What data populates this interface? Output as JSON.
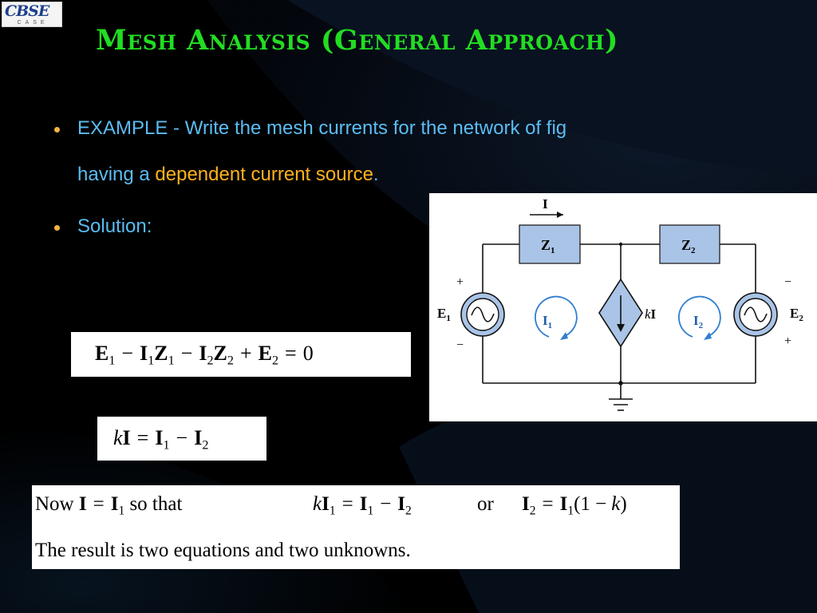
{
  "logo": {
    "mark": "CBSE",
    "sub": "CASE"
  },
  "title": "Mesh Analysis (General Approach)",
  "bullets": {
    "example_prefix": "EXAMPLE - ",
    "example_line1": "Write the mesh currents for the network of fig",
    "example_line2_start": "having a ",
    "example_highlight": "dependent current source",
    "example_end": ".",
    "solution": "Solution:"
  },
  "circuit": {
    "current_label": "I",
    "z1": "Z",
    "z1_sub": "1",
    "z2": "Z",
    "z2_sub": "2",
    "e1": "E",
    "e1_sub": "1",
    "e2": "E",
    "e2_sub": "2",
    "i1": "I",
    "i1_sub": "1",
    "i2": "I",
    "i2_sub": "2",
    "k": "k",
    "ki": "I",
    "plus": "+",
    "minus": "−"
  },
  "equations": {
    "kvl": {
      "e1": "E",
      "e1_sub": "1",
      "op1": "−",
      "i1": "I",
      "i1_sub": "1",
      "z1": "Z",
      "z1_sub": "1",
      "op2": "−",
      "i2": "I",
      "i2_sub": "2",
      "z2": "Z",
      "z2_sub": "2",
      "op3": "+",
      "e2": "E",
      "e2_sub": "2",
      "eq": "=",
      "rhs": "0"
    },
    "constraint": {
      "k": "k",
      "i": "I",
      "eq": "=",
      "i1": "I",
      "i1_sub": "1",
      "op": "−",
      "i2": "I",
      "i2_sub": "2"
    },
    "now_line": {
      "now": "Now ",
      "i": "I",
      "eq": "=",
      "i1": "I",
      "i1_sub": "1",
      "so_that": " so that",
      "k": "k",
      "ki1": "I",
      "ki1_sub": "1",
      "eq2": "=",
      "r1": "I",
      "r1_sub": "1",
      "op": "−",
      "r2": "I",
      "r2_sub": "2",
      "or": "or",
      "i2": "I",
      "i2_sub": "2",
      "eq3": "=",
      "i1b": "I",
      "i1b_sub": "1",
      "paren_open": "(1 ",
      "op2": "−",
      "k2": "k",
      "paren_close": ")"
    },
    "result": "The result is two equations and two unknowns."
  },
  "colors": {
    "title": "#22dd22",
    "body_text": "#5bbcf2",
    "highlight": "#ffb21c",
    "bullet": "#f4b342",
    "component_fill": "#a9c4e6"
  }
}
